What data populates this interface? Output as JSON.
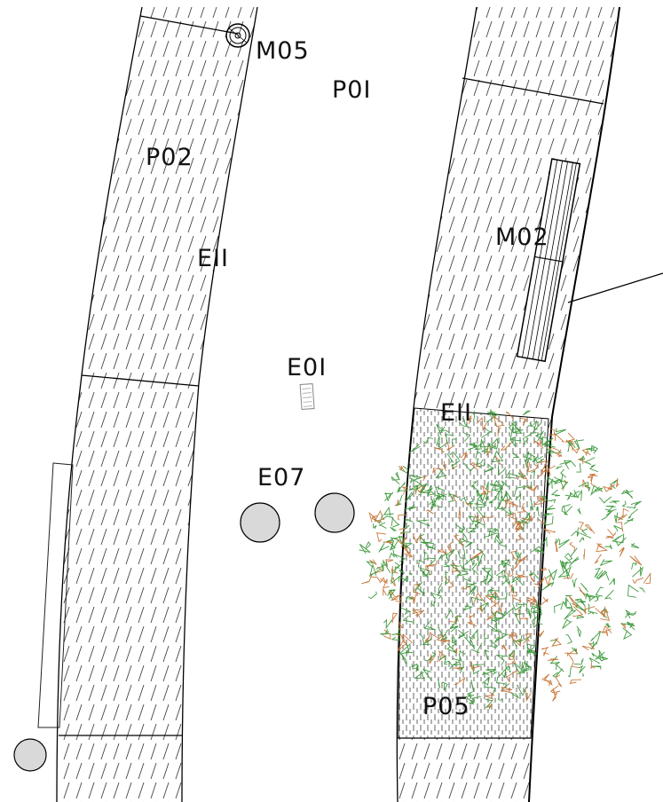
{
  "labels": {
    "m05": "M05",
    "p01": "P0I",
    "p02": "P02",
    "e11_left": "EII",
    "m02": "M02",
    "e01": "E0I",
    "e11_right": "EII",
    "e07": "E07",
    "p05": "P05"
  },
  "colors": {
    "line": "#000000",
    "hatch": "#444444",
    "bollard_fill": "#d9d9d9",
    "foliage_green": "#3f9a3f",
    "foliage_orange": "#c8783c"
  },
  "icons": {
    "manhole": "manhole-icon",
    "bench": "bench-icon",
    "bollard": "bollard-icon",
    "tree": "tree-canopy-icon",
    "drain": "drain-grate-icon"
  }
}
